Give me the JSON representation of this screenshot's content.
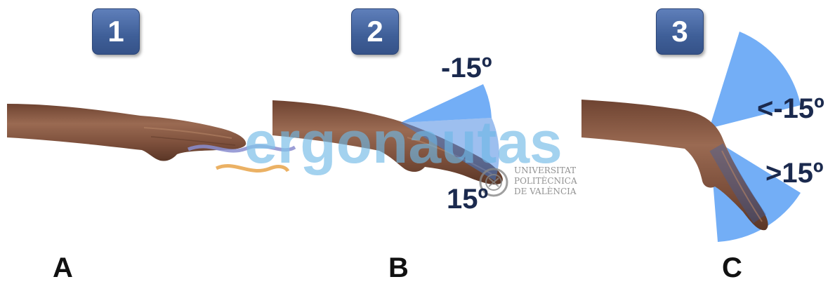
{
  "panels": [
    {
      "step": "1",
      "label": "A"
    },
    {
      "step": "2",
      "label": "B",
      "angle_up": "-15º",
      "angle_down": "15º"
    },
    {
      "step": "3",
      "label": "C",
      "angle_up": "<-15º",
      "angle_down": ">15º"
    }
  ],
  "watermark": {
    "logo_text": "ergonautas",
    "university_lines": [
      "UNIVERSITAT",
      "POLITÈCNICA",
      "DE VALÈNCIA"
    ]
  },
  "colors": {
    "badge_blue": "#4a6aa6",
    "sector_blue": "#5aa0f5",
    "skin": "#8a5a44",
    "angle_text": "#1b2a4e",
    "watermark_blue": "#6fb8e6",
    "watermark_purple": "#8a8ed0",
    "watermark_orange": "#e8a44a"
  }
}
